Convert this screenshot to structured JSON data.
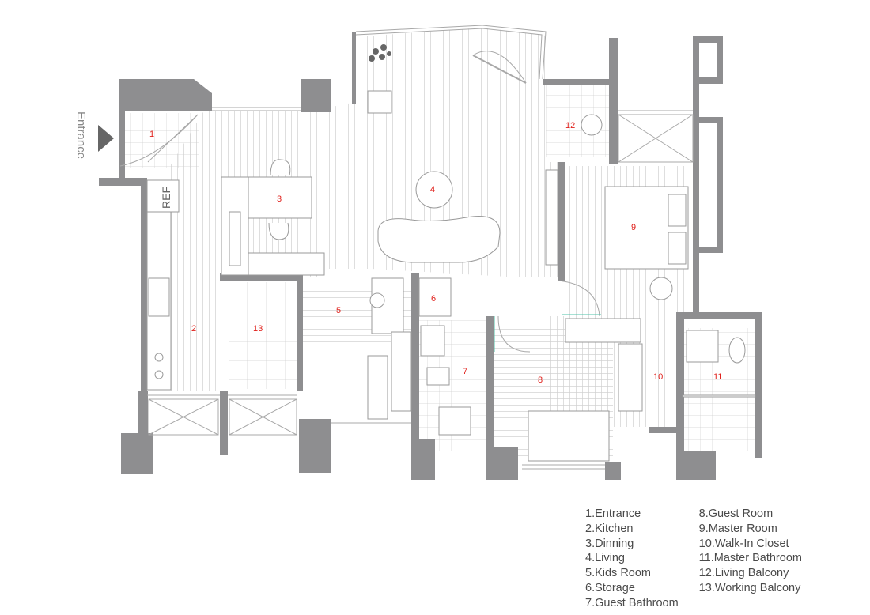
{
  "entrance_label": "Entrance",
  "ref_label": "REF",
  "rooms": {
    "r1": "1",
    "r2": "2",
    "r3": "3",
    "r4": "4",
    "r5": "5",
    "r6": "6",
    "r7": "7",
    "r8": "8",
    "r9": "9",
    "r10": "10",
    "r11": "11",
    "r12": "12",
    "r13": "13"
  },
  "legend": {
    "col1": [
      "1.Entrance",
      "2.Kitchen",
      "3.Dinning",
      "4.Living",
      "5.Kids Room",
      "6.Storage",
      "7.Guest Bathroom"
    ],
    "col2": [
      "8.Guest Room",
      "9.Master Room",
      "10.Walk-In Closet",
      "11.Master Bathroom",
      "12.Living Balcony",
      "13.Working Balcony"
    ]
  },
  "colors": {
    "wall": "#8e8e90",
    "line": "#9a9a9a",
    "label": "#e0201b",
    "text": "#4a4a4a",
    "accent": "#4fc3a8"
  }
}
